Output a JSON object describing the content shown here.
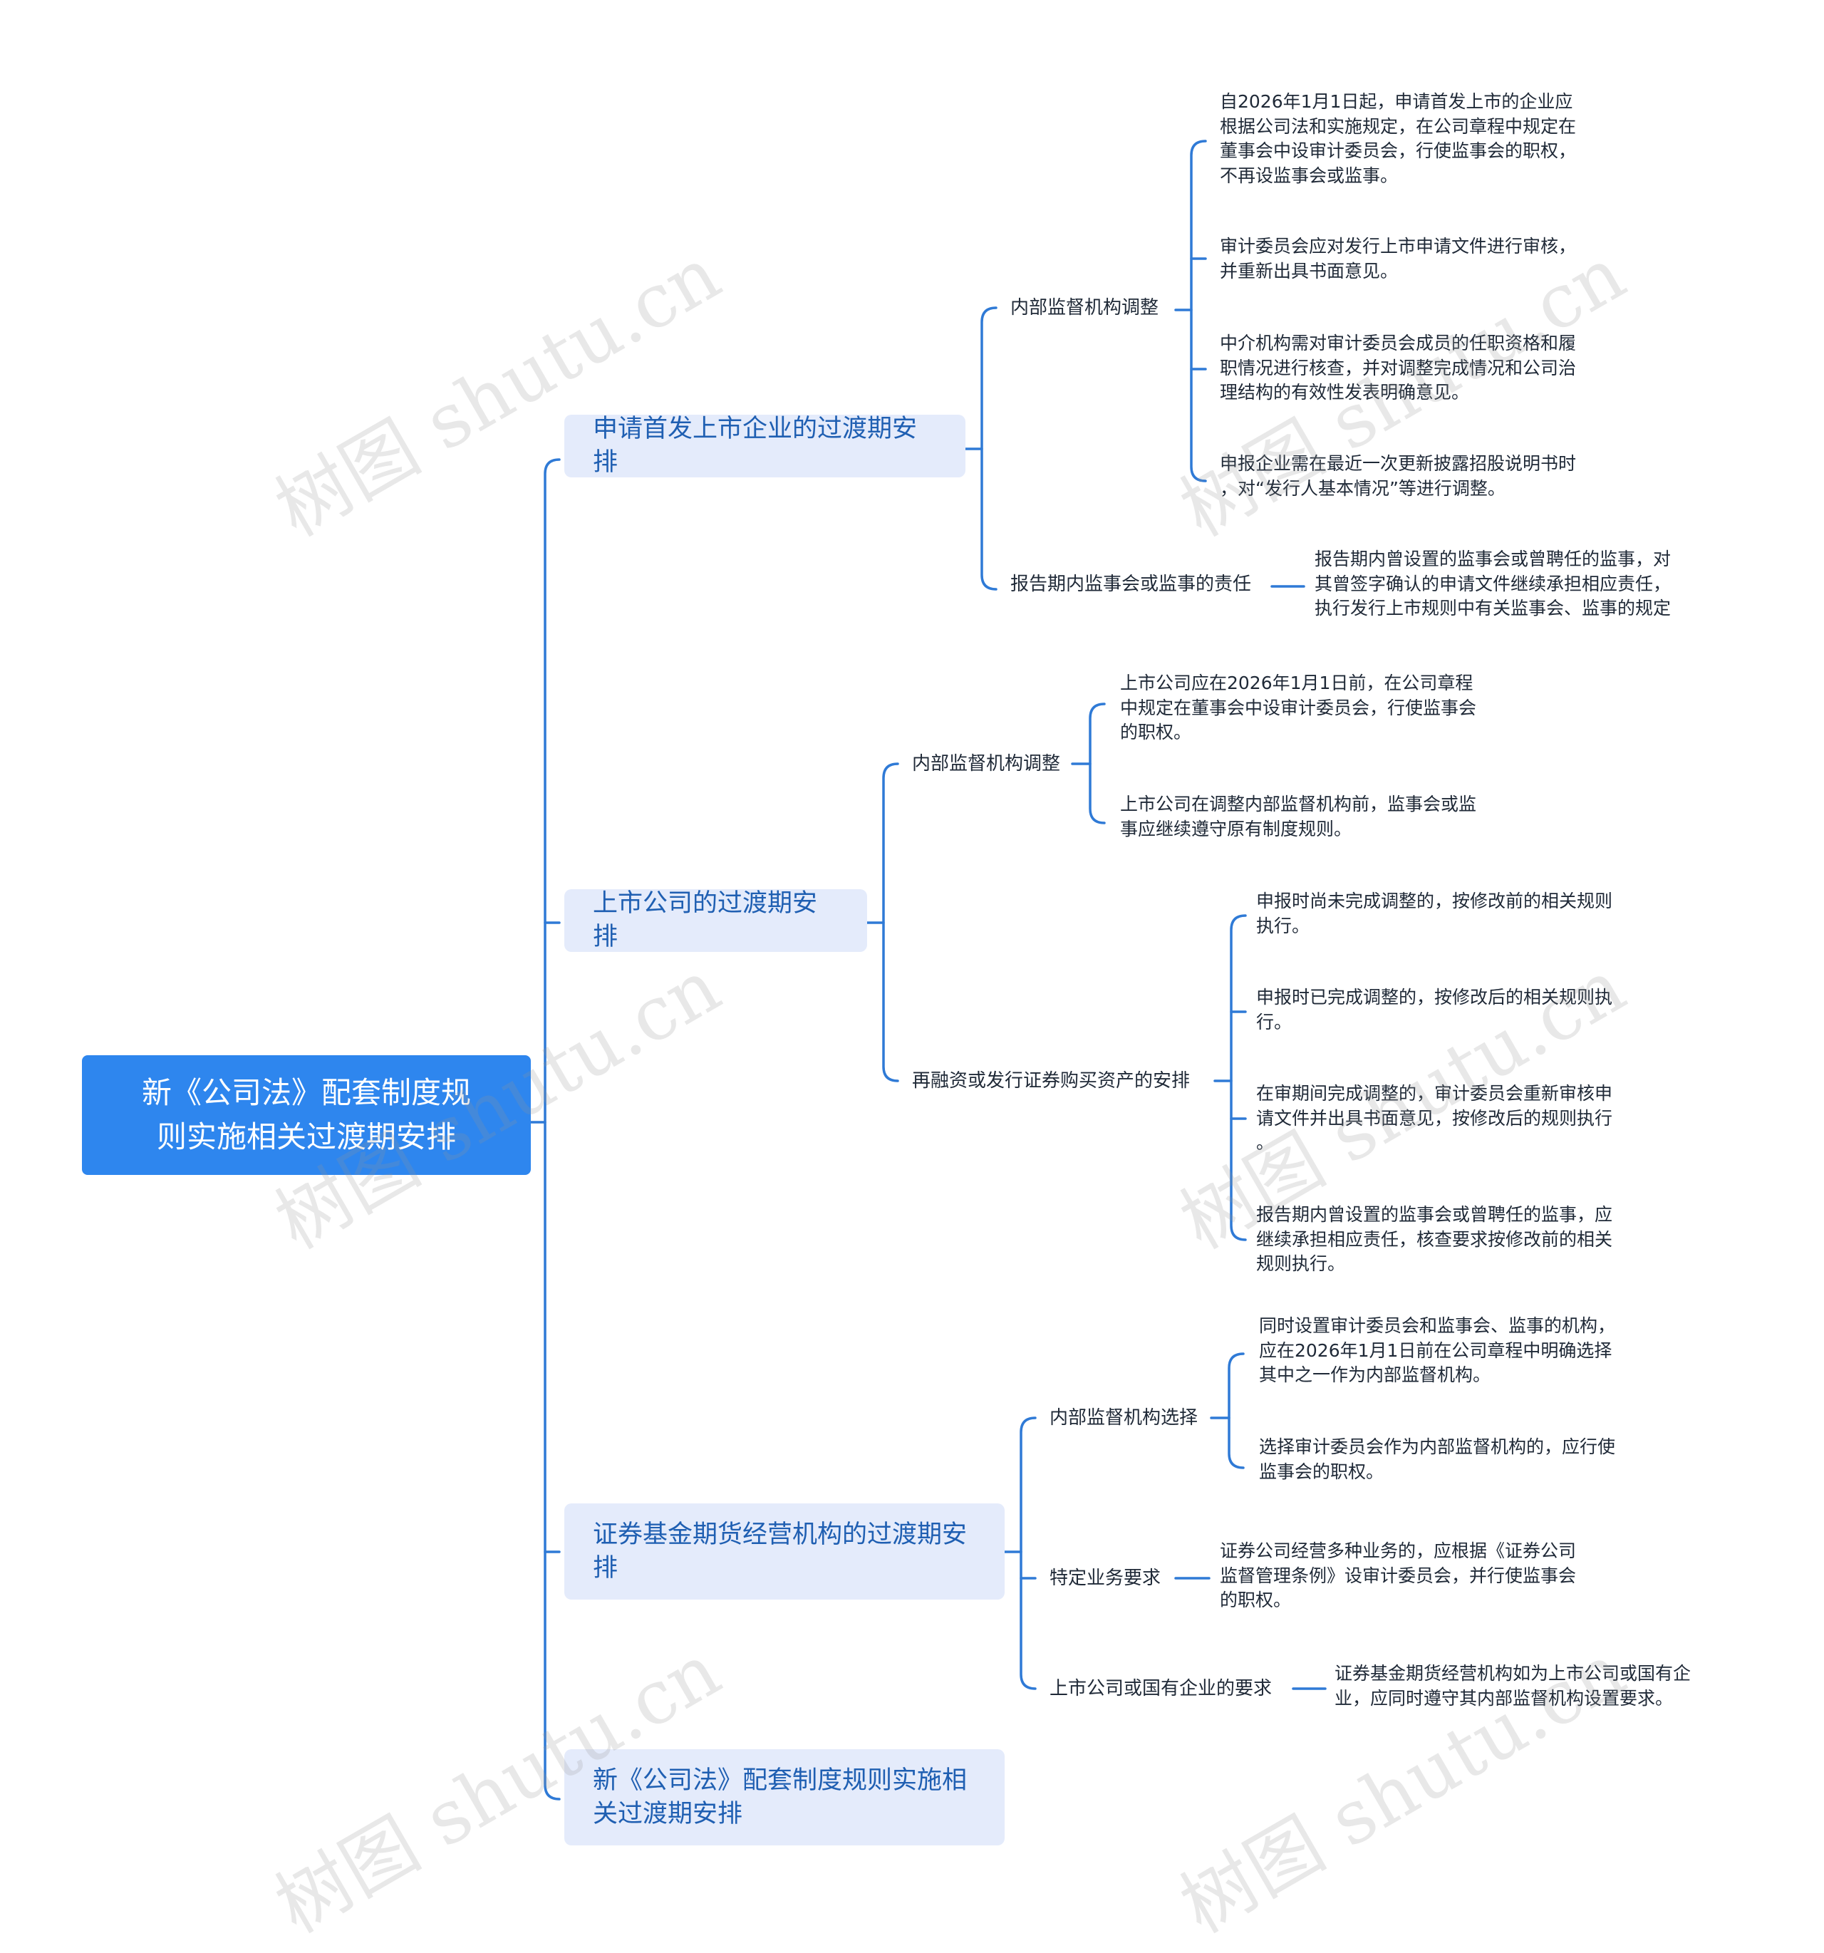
{
  "root": {
    "lines": [
      "新《公司法》配套制度规",
      "则实施相关过渡期安排"
    ]
  },
  "branches": [
    {
      "title": [
        "申请首发上市企业的过渡期安排"
      ],
      "children": [
        {
          "label": "内部监督机构调整",
          "leaves": [
            [
              "自2026年1月1日起，申请首发上市的企业应",
              "根据公司法和实施规定，在公司章程中规定在",
              "董事会中设审计委员会，行使监事会的职权，",
              "不再设监事会或监事。"
            ],
            [
              "审计委员会应对发行上市申请文件进行审核，",
              "并重新出具书面意见。"
            ],
            [
              "中介机构需对审计委员会成员的任职资格和履",
              "职情况进行核查，并对调整完成情况和公司治",
              "理结构的有效性发表明确意见。"
            ],
            [
              "申报企业需在最近一次更新披露招股说明书时",
              "，对“发行人基本情况”等进行调整。"
            ]
          ]
        },
        {
          "label": "报告期内监事会或监事的责任",
          "leaves": [
            [
              "报告期内曾设置的监事会或曾聘任的监事，对",
              "其曾签字确认的申请文件继续承担相应责任，",
              "执行发行上市规则中有关监事会、监事的规定"
            ]
          ]
        }
      ]
    },
    {
      "title": [
        "上市公司的过渡期安排"
      ],
      "children": [
        {
          "label": "内部监督机构调整",
          "leaves": [
            [
              "上市公司应在2026年1月1日前，在公司章程",
              "中规定在董事会中设审计委员会，行使监事会",
              "的职权。"
            ],
            [
              "上市公司在调整内部监督机构前，监事会或监",
              "事应继续遵守原有制度规则。"
            ]
          ]
        },
        {
          "label": "再融资或发行证券购买资产的安排",
          "leaves": [
            [
              "申报时尚未完成调整的，按修改前的相关规则",
              "执行。"
            ],
            [
              "申报时已完成调整的，按修改后的相关规则执",
              "行。"
            ],
            [
              "在审期间完成调整的，审计委员会重新审核申",
              "请文件并出具书面意见，按修改后的规则执行",
              "。"
            ],
            [
              "报告期内曾设置的监事会或曾聘任的监事，应",
              "继续承担相应责任，核查要求按修改前的相关",
              "规则执行。"
            ]
          ]
        }
      ]
    },
    {
      "title": [
        "证券基金期货经营机构的过渡期安",
        "排"
      ],
      "children": [
        {
          "label": "内部监督机构选择",
          "leaves": [
            [
              "同时设置审计委员会和监事会、监事的机构，",
              "应在2026年1月1日前在公司章程中明确选择",
              "其中之一作为内部监督机构。"
            ],
            [
              "选择审计委员会作为内部监督机构的，应行使",
              "监事会的职权。"
            ]
          ]
        },
        {
          "label": "特定业务要求",
          "leaves": [
            [
              "证券公司经营多种业务的，应根据《证券公司",
              "监督管理条例》设审计委员会，并行使监事会",
              "的职权。"
            ]
          ]
        },
        {
          "label": "上市公司或国有企业的要求",
          "leaves": [
            [
              "证券基金期货经营机构如为上市公司或国有企",
              "业，应同时遵守其内部监督机构设置要求。"
            ]
          ]
        }
      ]
    },
    {
      "title": [
        "新《公司法》配套制度规则实施相",
        "关过渡期安排"
      ],
      "children": []
    }
  ],
  "watermark": "树图 shutu.cn",
  "colors": {
    "root_bg": "#2e86ee",
    "branch_bg": "#e4ebfb",
    "branch_text": "#1f5fb2",
    "line": "#2f7ad6",
    "text": "#1f2937"
  }
}
